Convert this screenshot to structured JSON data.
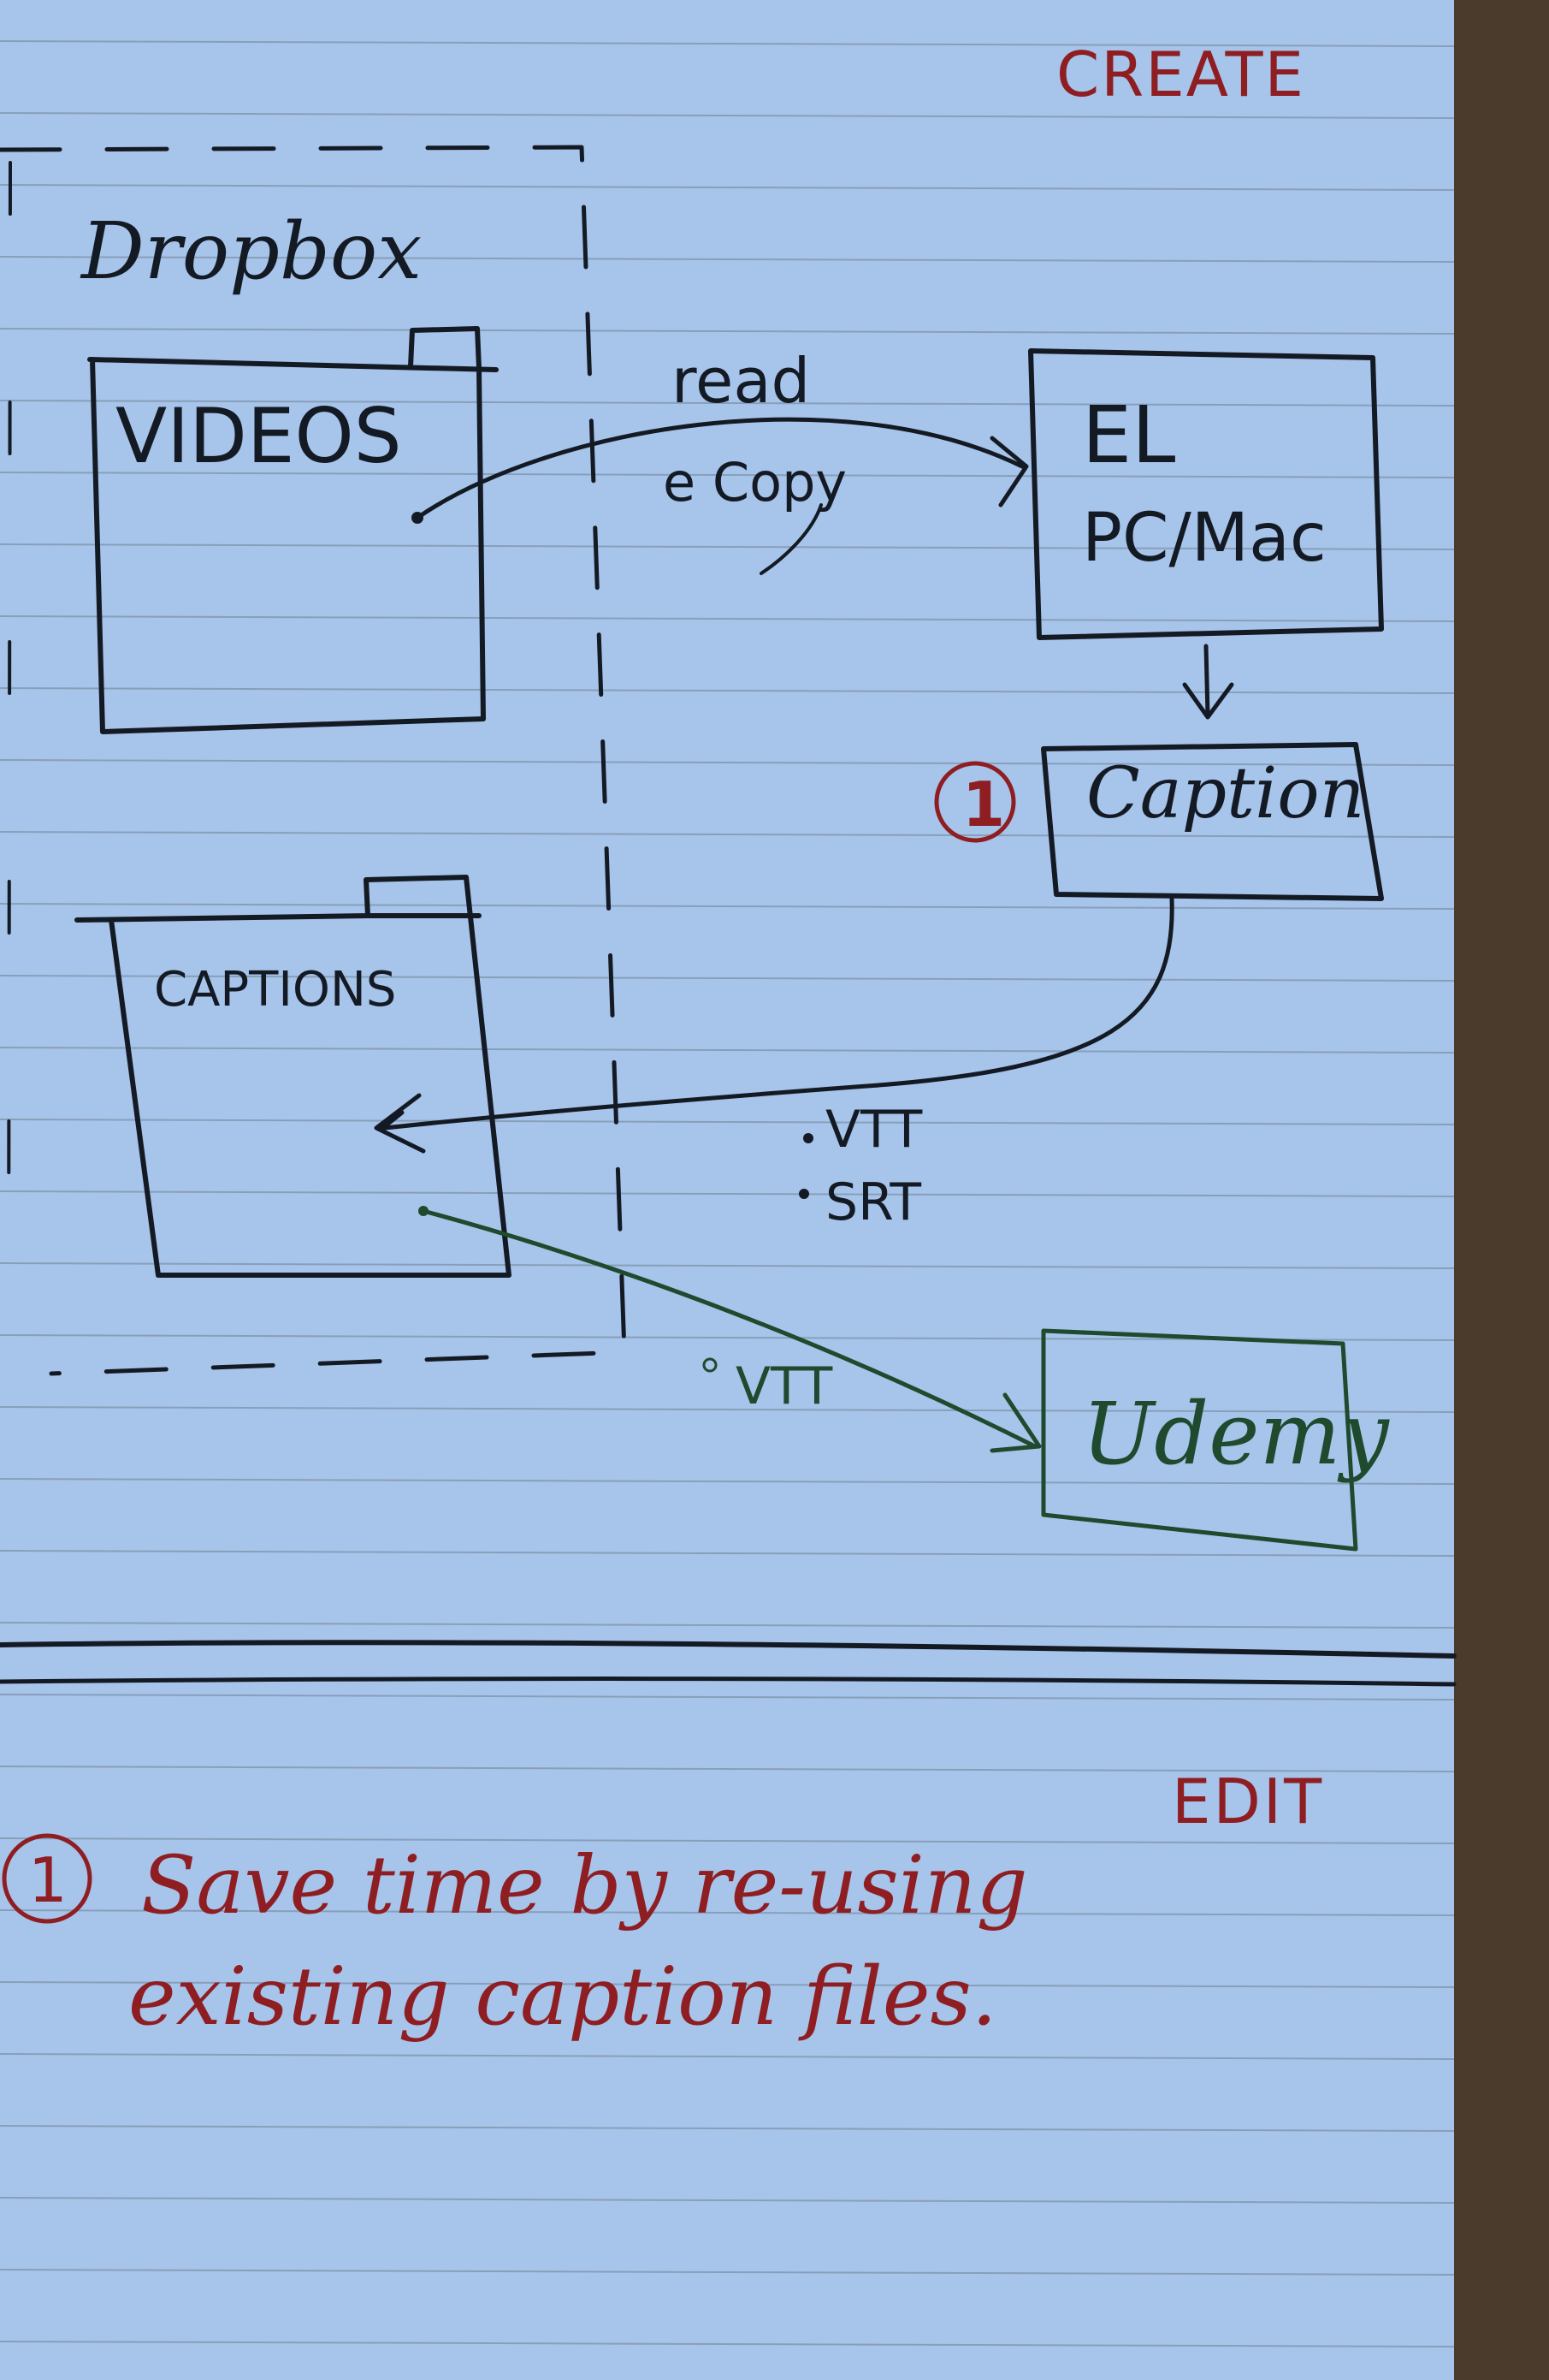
{
  "colors": {
    "paper": "#a7c4ea",
    "ruled_line": "#7e93ab",
    "black_ink": "#141a24",
    "red_ink": "#8e1e22",
    "green_ink": "#1f4a2d",
    "desk": "#4a3b2c"
  },
  "section_create": {
    "heading": "CREATE"
  },
  "dropbox": {
    "label": "Dropbox",
    "videos_folder": {
      "label": "VIDEOS"
    },
    "captions_folder": {
      "label": "CAPTIONS"
    }
  },
  "el_box": {
    "line1": "EL",
    "line2": "PC/Mac"
  },
  "caption_box": {
    "label": "Caption",
    "marker": "1"
  },
  "udemy_box": {
    "label": "Udemy"
  },
  "arrow_labels": {
    "read": "read",
    "copy": "e Copy",
    "vtt": "VTT",
    "srt": "SRT",
    "udemy_vtt": "VTT"
  },
  "section_edit": {
    "heading": "EDIT"
  },
  "note": {
    "marker": "1",
    "line1": "Save time by re-using",
    "line2": "existing caption files."
  }
}
